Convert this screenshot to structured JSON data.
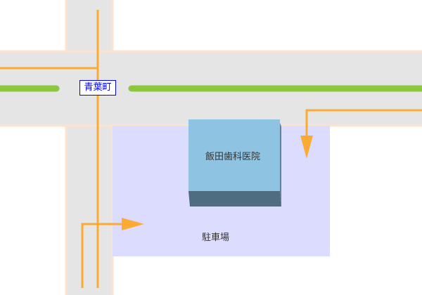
{
  "map": {
    "station_label": "青葉町",
    "building_label": "飯田歯科医院",
    "parking_label": "駐車場",
    "colors": {
      "road": "#e5e5e5",
      "road_edge": "#fde3cc",
      "rail_line": "#8dc63f",
      "route": "#fbab33",
      "parking": "#dcdcff",
      "building_top": "#8ec3e2",
      "building_side": "#506c80",
      "station_text": "#0000ff"
    }
  }
}
